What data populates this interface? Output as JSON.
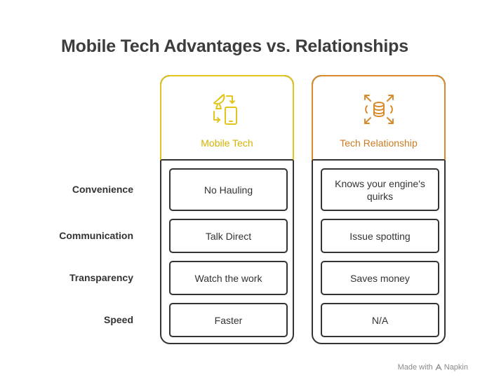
{
  "title": "Mobile Tech Advantages vs. Relationships",
  "columns": [
    {
      "label": "Mobile Tech",
      "icon": "satellite-phone-icon",
      "color": "#e3c51e",
      "cells": [
        "No Hauling",
        "Talk Direct",
        "Watch the work",
        "Faster"
      ]
    },
    {
      "label": "Tech Relationship",
      "icon": "database-expand-icon",
      "color": "#d98a2b",
      "cells": [
        "Knows your engine's quirks",
        "Issue spotting",
        "Saves money",
        "N/A"
      ]
    }
  ],
  "rows": [
    "Convenience",
    "Communication",
    "Transparency",
    "Speed"
  ],
  "footer": {
    "prefix": "Made with",
    "brand": "Napkin"
  }
}
